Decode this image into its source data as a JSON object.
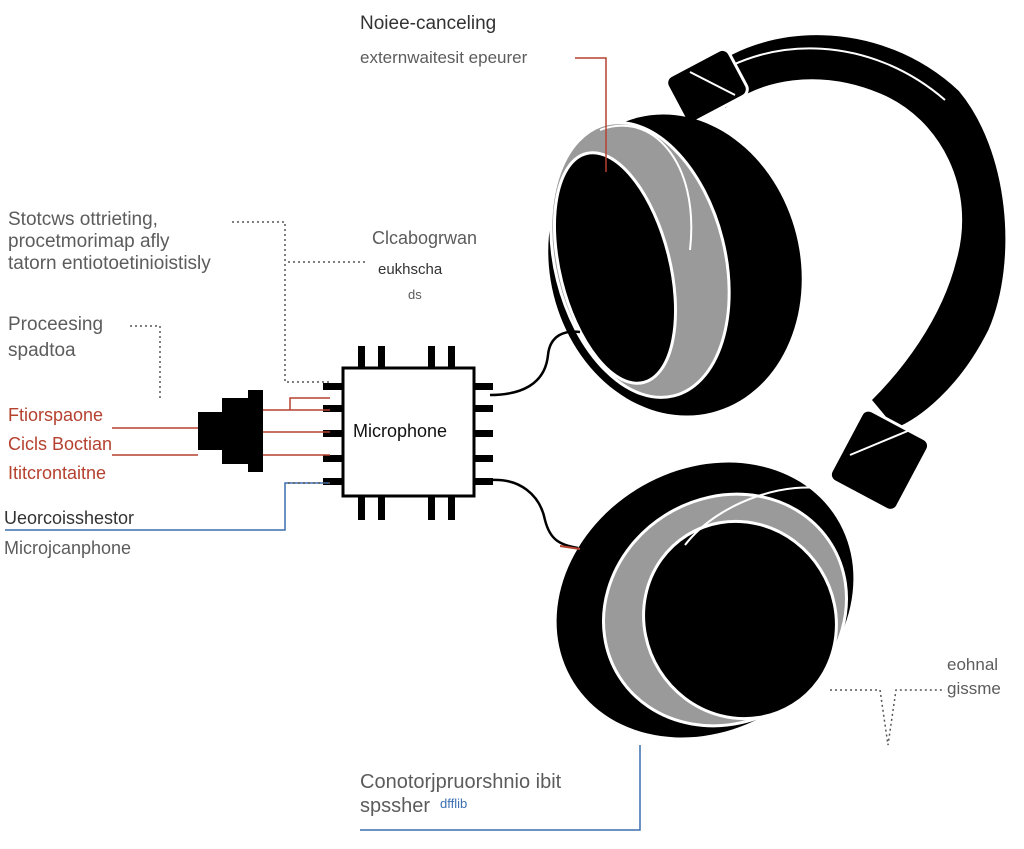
{
  "labels": {
    "noise_canceling": "Noiee-canceling",
    "external_speaker": "externwaitesit epeurer",
    "status_line1": "Stotcws ottrieting,",
    "status_line2": "procetmorimap afly",
    "status_line3": "tatorn entiotoetinioistisly",
    "processing_line1": "Proceesing",
    "processing_line2": "spadtoa",
    "center_label_line1": "Clcabogrwan",
    "center_label_line2": "eukhscha",
    "center_label_line3": "ds",
    "red_label1": "Ftiorspaone",
    "red_label2": "Cicls Boctian",
    "red_label3": "Ititcrontaitne",
    "blue_label1": "Ueorcoisshestor",
    "blue_label2": "Microjcanphone",
    "chip": "Microphone",
    "right_label_line1": "eohnal",
    "right_label_line2": "gissme",
    "bottom_label_line1": "Conotorjpruorshnio ibit",
    "bottom_label_line2": "spssher",
    "bottom_label_small": "dfflib"
  },
  "colors": {
    "leader_red": "#b5412f",
    "leader_blue": "#3b6fb0",
    "headphone_black": "#000000",
    "headphone_gray": "#9a9a9a"
  }
}
